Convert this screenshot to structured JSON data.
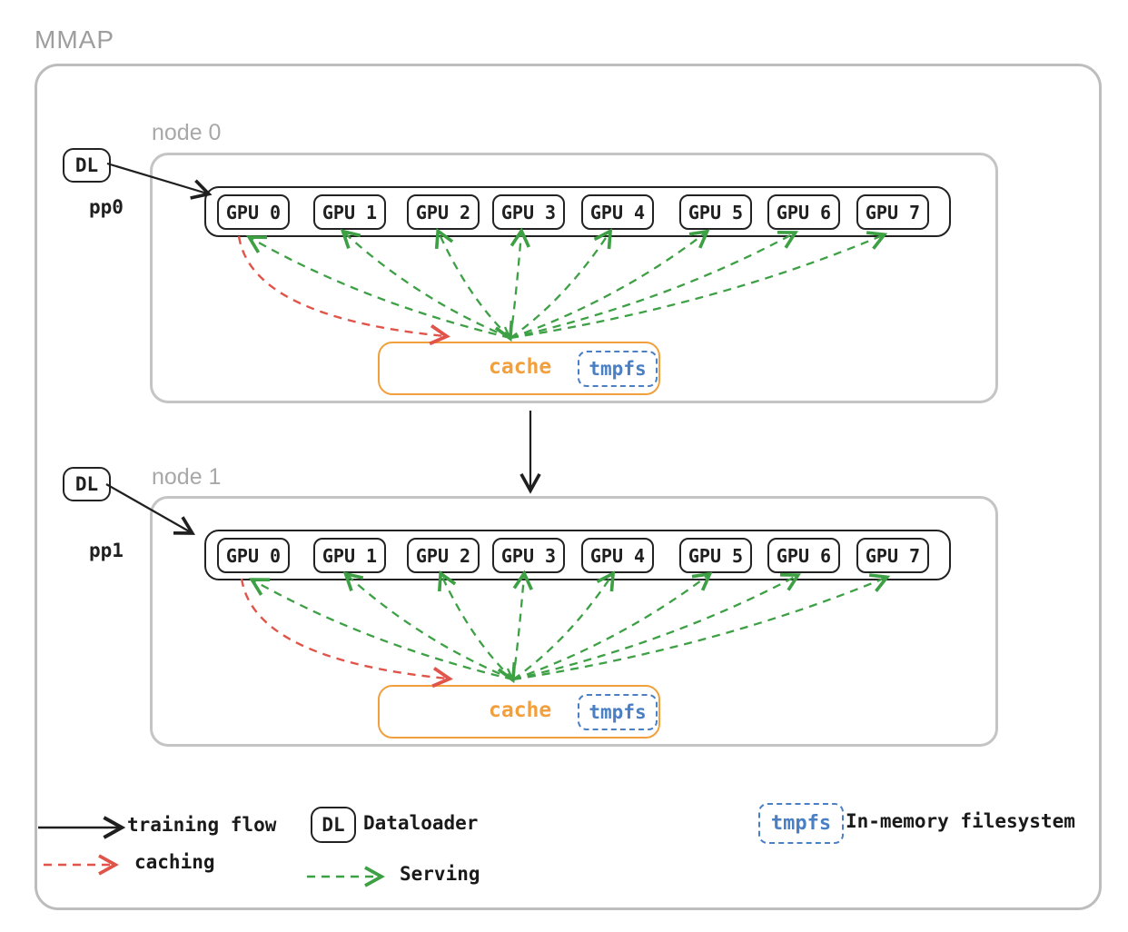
{
  "title": "MMAP",
  "colors": {
    "frame_gray": "#bdbdbd",
    "label_gray": "#9e9e9e",
    "ink": "#1f1f1f",
    "cache_orange": "#f2a03d",
    "tmpfs_blue": "#4a7fc4",
    "serving_green": "#3da045",
    "caching_red": "#e0544a"
  },
  "nodes": [
    {
      "label": "node 0",
      "dl_label": "DL",
      "pp_label": "pp0",
      "gpus": [
        "GPU 0",
        "GPU 1",
        "GPU 2",
        "GPU 3",
        "GPU 4",
        "GPU 5",
        "GPU 6",
        "GPU 7"
      ],
      "cache_label": "cache",
      "tmpfs_label": "tmpfs"
    },
    {
      "label": "node 1",
      "dl_label": "DL",
      "pp_label": "pp1",
      "gpus": [
        "GPU 0",
        "GPU 1",
        "GPU 2",
        "GPU 3",
        "GPU 4",
        "GPU 5",
        "GPU 6",
        "GPU 7"
      ],
      "cache_label": "cache",
      "tmpfs_label": "tmpfs"
    }
  ],
  "legend": {
    "training_flow_label": "training flow",
    "caching_label": "caching",
    "dataloader_box_label": "DL",
    "dataloader_label": "Dataloader",
    "serving_label": "Serving",
    "tmpfs_box_label": "tmpfs",
    "in_memory_label": "In-memory filesystem"
  }
}
